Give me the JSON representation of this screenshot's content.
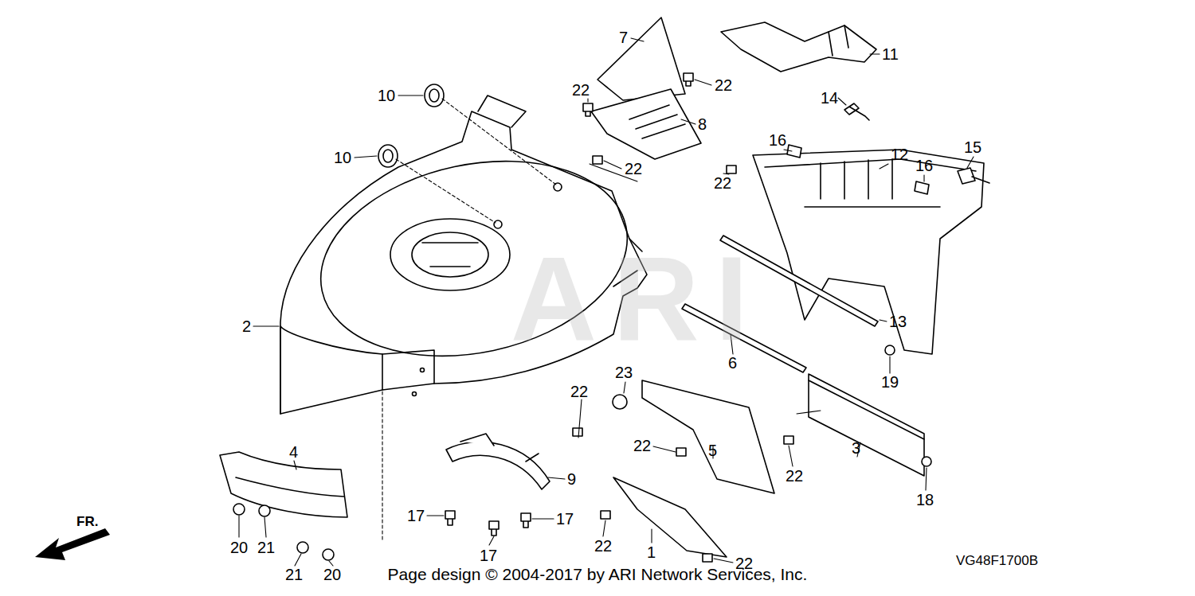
{
  "diagram": {
    "labels": [
      "7",
      "11",
      "22",
      "22",
      "10",
      "14",
      "8",
      "16",
      "15",
      "10",
      "22",
      "16",
      "12",
      "22",
      "2",
      "13",
      "6",
      "23",
      "19",
      "22",
      "4",
      "22",
      "9",
      "5",
      "22",
      "3",
      "18",
      "17",
      "17",
      "20",
      "21",
      "17",
      "22",
      "1",
      "21",
      "20",
      "22",
      "FR.",
      "VG48F1700B",
      "Page design © 2004-2017 by ARI Network Services, Inc.",
      "ARI"
    ]
  }
}
